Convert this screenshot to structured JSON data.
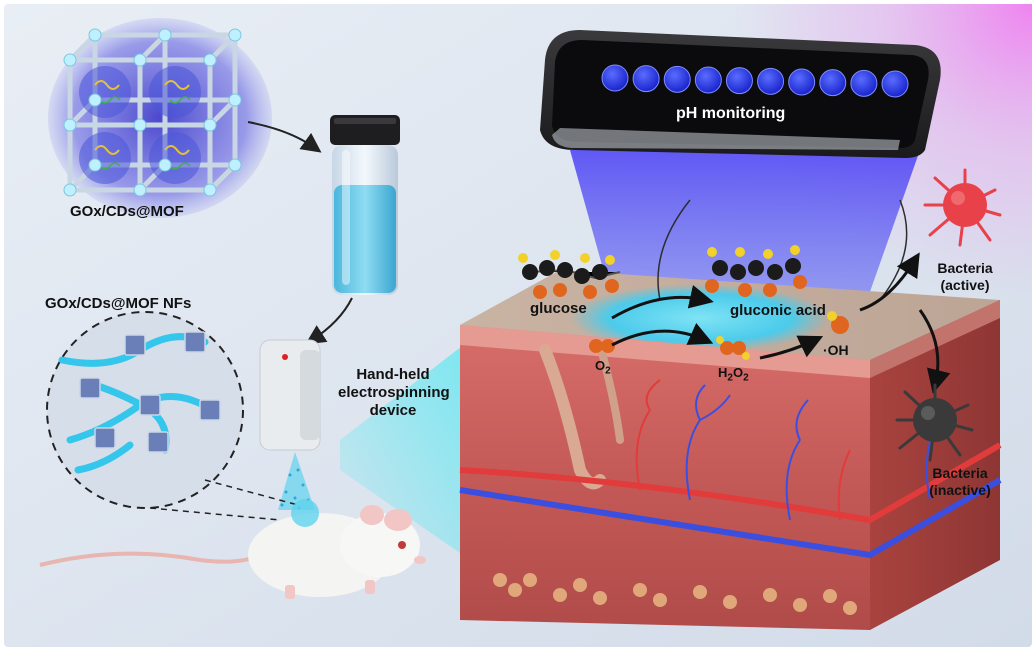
{
  "labels": {
    "mof": "GOx/CDs@MOF",
    "nfs": "GOx/CDs@MOF NFs",
    "device_line1": "Hand-held",
    "device_line2": "electrospinning",
    "device_line3": "device",
    "phone_screen": "pH monitoring",
    "glucose": "glucose",
    "gluconic": "gluconic acid",
    "o2_main": "O",
    "o2_sub": "2",
    "h2o2_h1": "H",
    "h2o2_s1": "2",
    "h2o2_o": "O",
    "h2o2_s2": "2",
    "oh": "·OH",
    "bact_active_1": "Bacteria",
    "bact_active_2": "(active)",
    "bact_inactive_1": "Bacteria",
    "bact_inactive_2": "(inactive)"
  },
  "ph_indicator_count": 10,
  "colors": {
    "background": "#dfe7f1",
    "nanofiber": "#35c6ec",
    "indicator_dot": "#2f3ff0",
    "bacteria_active": "#e8414a",
    "bacteria_inactive": "#3a3a3a",
    "skin_top": "#c8b4a4",
    "tissue": "#c05a55",
    "vein": "#3a4fe0",
    "artery": "#e23b3b"
  },
  "icons": [
    "mof-cube-icon",
    "vial-icon",
    "electrospinner-icon",
    "mouse-icon",
    "smartphone-icon",
    "molecule-icon",
    "bacteria-icon",
    "arrow-icon"
  ]
}
